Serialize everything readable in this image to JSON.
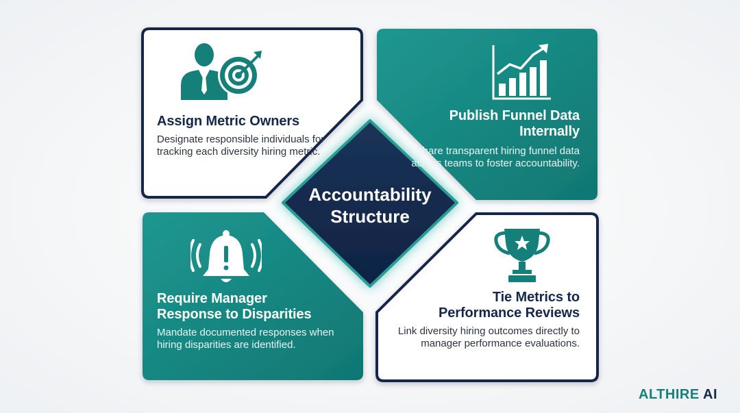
{
  "colors": {
    "navy": "#14284b",
    "teal": "#168581",
    "white": "#ffffff"
  },
  "center": {
    "label_line1": "Accountability",
    "label_line2": "Structure"
  },
  "cards": [
    {
      "title": "Assign Metric Owners",
      "body": "Designate responsible individuals for tracking each diversity hiring metric.",
      "icon": "manager-target-icon"
    },
    {
      "title_line1": "Publish Funnel Data",
      "title_line2": "Internally",
      "body": "Share transparent hiring funnel data across teams to foster accountability.",
      "icon": "rising-bar-chart-icon"
    },
    {
      "title_line1": "Require Manager",
      "title_line2": "Response to Disparities",
      "body": "Mandate documented responses when hiring disparities are identified.",
      "icon": "alert-bell-icon"
    },
    {
      "title_line1": "Tie Metrics to",
      "title_line2": "Performance Reviews",
      "body": "Link diversity hiring outcomes directly to manager performance evaluations.",
      "icon": "trophy-icon"
    }
  ],
  "brand": {
    "part1": "ALTHIRE",
    "part2": "AI"
  }
}
